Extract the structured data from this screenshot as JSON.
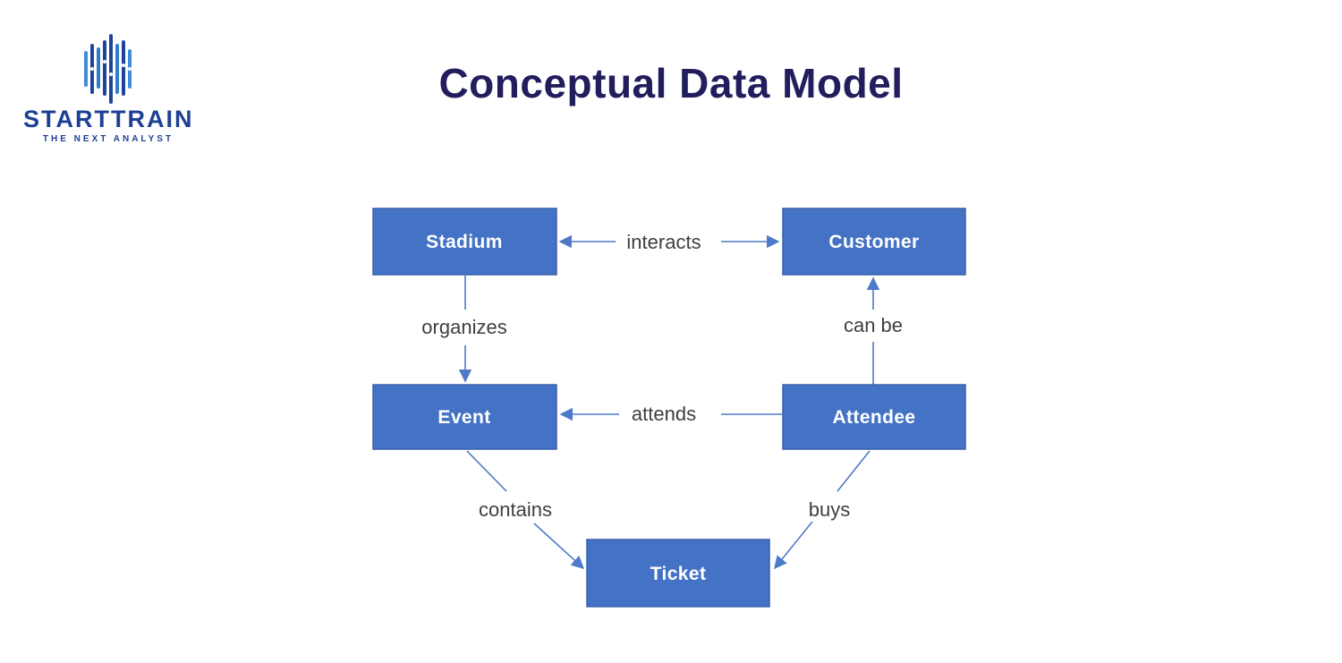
{
  "logo": {
    "brand": "STARTTRAIN",
    "tagline": "THE NEXT ANALYST"
  },
  "title": "Conceptual Data Model",
  "colors": {
    "box_fill": "#4472c4",
    "box_border": "#3a61ad",
    "arrow": "#4d7ac7",
    "relationship_text": "#3f3f3f",
    "title_text": "#221e5e",
    "brand_text": "#1e4094",
    "box_text": "#ffffff"
  },
  "diagram": {
    "entities": [
      {
        "id": "stadium",
        "label": "Stadium"
      },
      {
        "id": "customer",
        "label": "Customer"
      },
      {
        "id": "event",
        "label": "Event"
      },
      {
        "id": "attendee",
        "label": "Attendee"
      },
      {
        "id": "ticket",
        "label": "Ticket"
      }
    ],
    "relationships": [
      {
        "label": "interacts",
        "from": "stadium",
        "to": "customer",
        "bidirectional": true
      },
      {
        "label": "organizes",
        "from": "stadium",
        "to": "event",
        "bidirectional": false
      },
      {
        "label": "can be",
        "from": "attendee",
        "to": "customer",
        "bidirectional": false
      },
      {
        "label": "attends",
        "from": "attendee",
        "to": "event",
        "bidirectional": false
      },
      {
        "label": "contains",
        "from": "event",
        "to": "ticket",
        "bidirectional": false
      },
      {
        "label": "buys",
        "from": "attendee",
        "to": "ticket",
        "bidirectional": false
      }
    ]
  }
}
